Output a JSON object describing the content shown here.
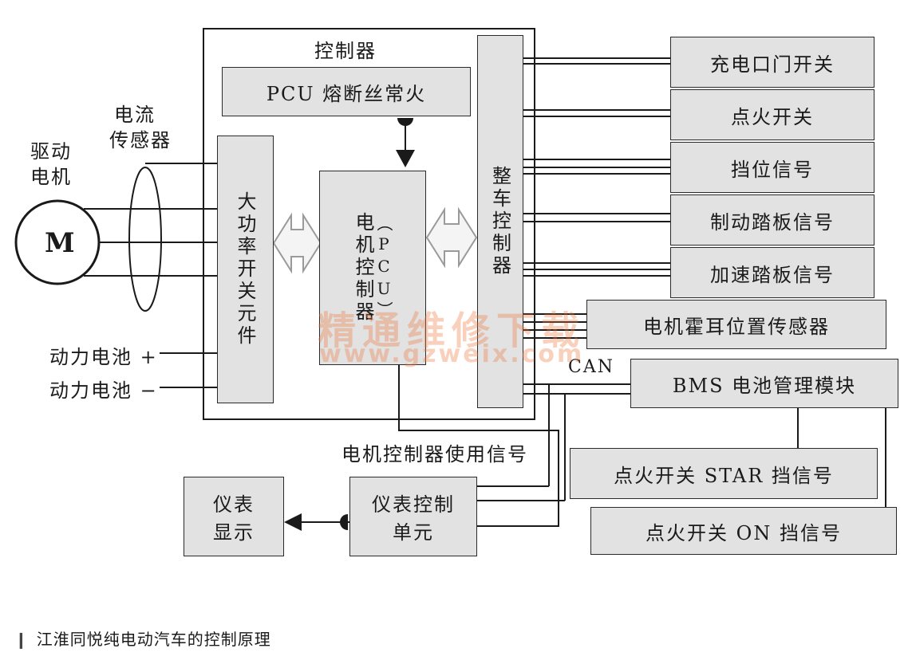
{
  "controller": {
    "title": "控制器"
  },
  "pcu_fuse": "PCU 熔断丝常火",
  "power_switch": "大功率开关元件",
  "motor_controller": {
    "text": "电机控制器",
    "sub": "（PCU）"
  },
  "vcu": "整车控制器",
  "motor": {
    "label_line1": "驱动",
    "label_line2": "电机",
    "symbol": "M"
  },
  "current_sensor": {
    "line1": "电流",
    "line2": "传感器"
  },
  "battery": {
    "plus": "动力电池 +",
    "minus": "动力电池 −"
  },
  "inputs": [
    "充电口门开关",
    "点火开关",
    "挡位信号",
    "制动踏板信号",
    "加速踏板信号",
    "电机霍耳位置传感器"
  ],
  "can_label": "CAN",
  "bms": "BMS 电池管理模块",
  "start_signal": "点火开关 STAR 挡信号",
  "on_signal": "点火开关 ON 挡信号",
  "usage_signal": "电机控制器使用信号",
  "instrument_control": {
    "line1": "仪表控制",
    "line2": "单元"
  },
  "instrument_display": {
    "line1": "仪表",
    "line2": "显示"
  },
  "watermark": {
    "cn": "精通维修下载",
    "url": "www.gzweix.com"
  },
  "caption": "江淮同悦纯电动汽车的控制原理",
  "caption_marker": "❙"
}
